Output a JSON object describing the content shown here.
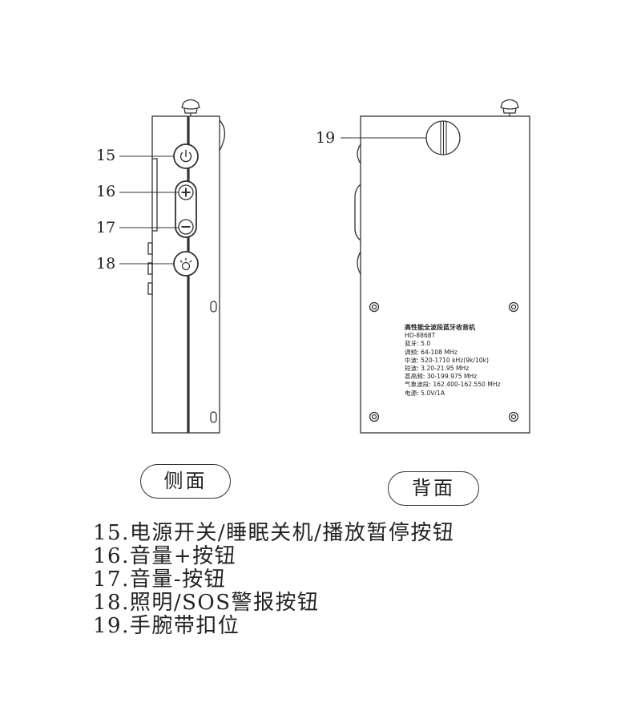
{
  "callouts": {
    "c15": "15",
    "c16": "16",
    "c17": "17",
    "c18": "18",
    "c19": "19"
  },
  "views": {
    "side": "侧面",
    "back": "背面"
  },
  "spec_label": {
    "title": "高性能全波段蓝牙收音机",
    "model": "HD-8868T",
    "lines": [
      "蓝牙: 5.0",
      "调频: 64-108 MHz",
      "中波: 520-1710 kHz(9k/10k)",
      "短波: 3.20-21.95 MHz",
      "甚高频: 30-199.975 MHz",
      "气象波段: 162.400-162.550 MHz",
      "电源: 5.0V/1A"
    ]
  },
  "legend": [
    "15.电源开关/睡眠关机/播放暂停按钮",
    "16.音量+按钮",
    "17.音量-按钮",
    "18.照明/SOS警报按钮",
    "19.手腕带扣位"
  ],
  "icons": {
    "b15": "power-icon",
    "b16": "plus-icon",
    "b17": "minus-icon",
    "b18": "light-icon"
  },
  "colors": {
    "line": "#333333",
    "text": "#222222"
  }
}
